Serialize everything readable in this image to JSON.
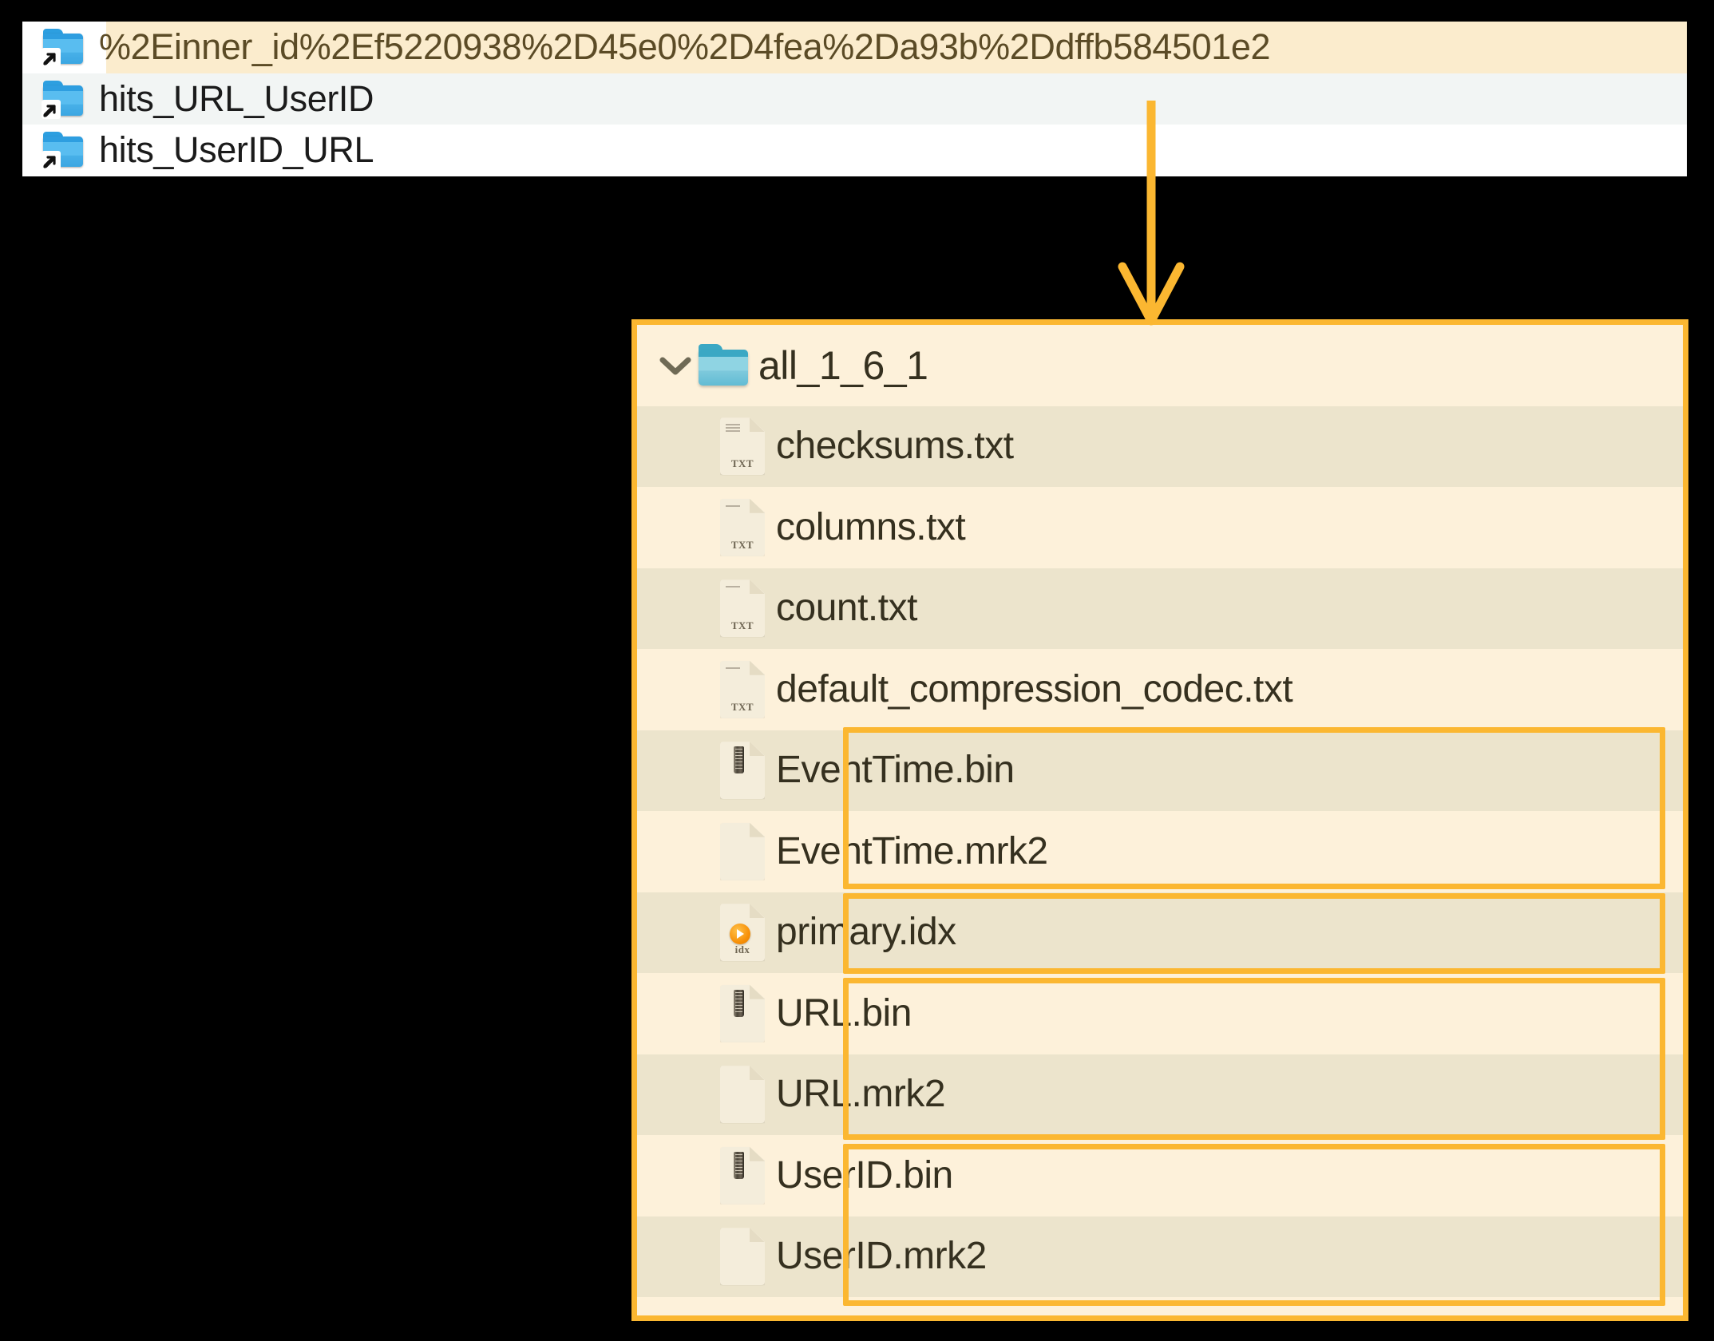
{
  "colors": {
    "accent": "#fbb731",
    "highlight_row_bg": "#fbeccd",
    "panel_bg": "#fdf1da",
    "shade_row_bg": "#ece4cc",
    "alt_row_bg": "#f2f5f4",
    "text_dark": "#35301f",
    "text_highlight": "#5b4b26"
  },
  "symlink_panel": {
    "name": "symlink-list",
    "items": [
      {
        "label": "%2Einner_id%2Ef5220938%2D45e0%2D4fea%2Da93b%2Ddffb584501e2",
        "icon": "folder-symlink-icon",
        "highlighted": true
      },
      {
        "label": "hits_URL_UserID",
        "icon": "folder-symlink-icon",
        "highlighted": false
      },
      {
        "label": "hits_UserID_URL",
        "icon": "folder-symlink-icon",
        "highlighted": false
      }
    ]
  },
  "arrow": {
    "name": "down-arrow-annotation",
    "direction": "down",
    "color": "#fbb731"
  },
  "tree_panel": {
    "name": "part-directory-tree",
    "root": {
      "label": "all_1_6_1",
      "icon": "folder-icon",
      "expander": "chevron-down-icon",
      "expanded": true
    },
    "files": [
      {
        "label": "checksums.txt",
        "icon": "txt-file-icon",
        "tag": "TXT",
        "boxed": false
      },
      {
        "label": "columns.txt",
        "icon": "txt-file-icon",
        "tag": "TXT",
        "boxed": false
      },
      {
        "label": "count.txt",
        "icon": "txt-file-icon",
        "tag": "TXT",
        "boxed": false
      },
      {
        "label": "default_compression_codec.txt",
        "icon": "txt-file-icon",
        "tag": "TXT",
        "boxed": false
      },
      {
        "label": "EventTime.bin",
        "icon": "bin-file-icon",
        "tag": "",
        "boxed": true
      },
      {
        "label": "EventTime.mrk2",
        "icon": "blank-file-icon",
        "tag": "",
        "boxed": true
      },
      {
        "label": "primary.idx",
        "icon": "idx-file-icon",
        "tag": "idx",
        "boxed": true
      },
      {
        "label": "URL.bin",
        "icon": "bin-file-icon",
        "tag": "",
        "boxed": true
      },
      {
        "label": "URL.mrk2",
        "icon": "blank-file-icon",
        "tag": "",
        "boxed": true
      },
      {
        "label": "UserID.bin",
        "icon": "bin-file-icon",
        "tag": "",
        "boxed": true
      },
      {
        "label": "UserID.mrk2",
        "icon": "blank-file-icon",
        "tag": "",
        "boxed": true
      }
    ],
    "highlight_groups": [
      {
        "name": "eventtime-group",
        "start": 4,
        "end": 5
      },
      {
        "name": "primary-idx-group",
        "start": 6,
        "end": 6
      },
      {
        "name": "url-group",
        "start": 7,
        "end": 8
      },
      {
        "name": "userid-group",
        "start": 9,
        "end": 10
      }
    ]
  }
}
